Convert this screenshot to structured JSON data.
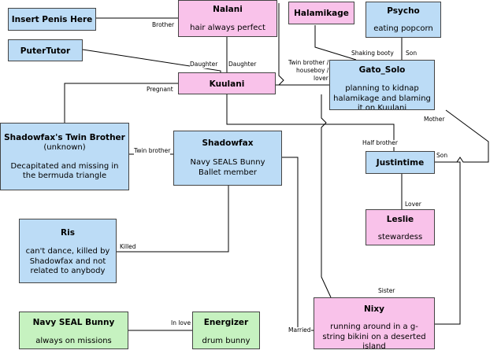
{
  "colors": {
    "person_male": "#bcdcf6",
    "person_female": "#f9c2ea",
    "toy": "#c6f2c0",
    "line": "#000000"
  },
  "nodes": {
    "insert_penis_here": {
      "title": "Insert Penis Here"
    },
    "nalani": {
      "title": "Nalani",
      "desc": "hair always perfect"
    },
    "halamikage": {
      "title": "Halamikage"
    },
    "psycho": {
      "title": "Psycho",
      "desc": "eating popcorn"
    },
    "putertutor": {
      "title": "PuterTutor"
    },
    "kuulani": {
      "title": "Kuulani"
    },
    "gato_solo": {
      "title": "Gato_Solo",
      "desc": "planning to kidnap halamikage and blaming it on Kuulani"
    },
    "shadowfax_twin": {
      "title": "Shadowfax's Twin Brother",
      "sub": "(unknown)",
      "desc": "Decapitated and missing in the bermuda triangle"
    },
    "shadowfax": {
      "title": "Shadowfax",
      "desc": "Navy SEALS Bunny Ballet member"
    },
    "justintime": {
      "title": "Justintime"
    },
    "leslie": {
      "title": "Leslie",
      "desc": "stewardess"
    },
    "ris": {
      "title": "Ris",
      "desc": "can't dance, killed by Shadowfax and not related to anybody"
    },
    "nixy": {
      "title": "Nixy",
      "desc": "running around in a g-string bikini on a deserted island"
    },
    "navy_seal_bunny": {
      "title": "Navy SEAL Bunny",
      "desc": "always on missions"
    },
    "energizer": {
      "title": "Energizer",
      "desc": "drum bunny"
    }
  },
  "edges": {
    "brother": "Brother",
    "daughter_a": "Daughter",
    "daughter_b": "Daughter",
    "pregnant": "Pregnant",
    "shaking_booty": "Shaking booty",
    "son_a": "Son",
    "twin_lover_1": "Twin brother /",
    "twin_lover_2": "houseboy /",
    "twin_lover_3": "lover",
    "mother": "Mother",
    "half_brother": "Half brother",
    "son_b": "Son",
    "twin_brother": "Twin brother",
    "lover": "Lover",
    "killed": "Killed",
    "sister": "Sister",
    "married": "Married",
    "in_love": "In love"
  }
}
